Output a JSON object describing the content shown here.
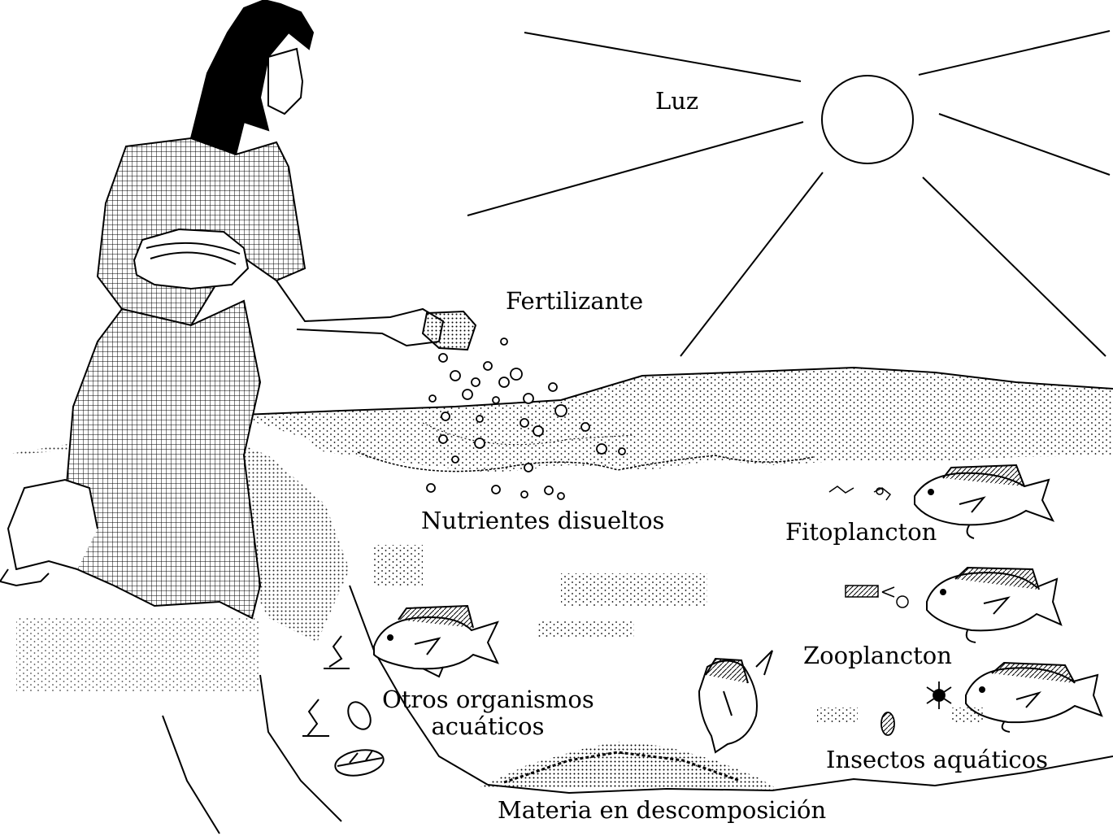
{
  "labels": {
    "luz": "Luz",
    "fertilizante": "Fertilizante",
    "nutrientes": "Nutrientes disueltos",
    "fitoplancton": "Fitoplancton",
    "zooplancton": "Zooplancton",
    "otros_line1": "Otros organismos",
    "otros_line2": "acuáticos",
    "insectos": "Insectos aquáticos",
    "materia": "Materia en descomposición"
  },
  "colors": {
    "ink": "#000000",
    "paper": "#ffffff",
    "stipple": "#555555"
  },
  "icons": [
    "sun-icon",
    "woman-figure",
    "fish-icon",
    "leaf-icon",
    "insect-icon",
    "plankton-icon"
  ]
}
